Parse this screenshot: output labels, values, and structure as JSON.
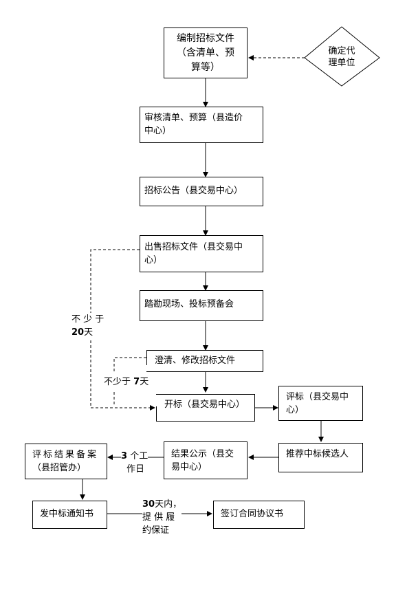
{
  "nodes": {
    "compile_docs": [
      "编制招标文件",
      "（含清单、预",
      "算等）"
    ],
    "agency": [
      "确定代",
      "理单位"
    ],
    "review": [
      "审核清单、预算（县造价",
      "中心）"
    ],
    "announce": "招标公告（县交易中心）",
    "sell_docs": [
      "出售招标文件（县交易中",
      "心）"
    ],
    "site_visit": "踏勘现场、投标预备会",
    "clarify": "澄清、修改招标文件",
    "open_bid": "开标（县交易中心）",
    "evaluate": [
      "评标（县交易中",
      "心）"
    ],
    "recommend": "推荐中标候选人",
    "publicize": [
      "结果公示（县交",
      "易中心）"
    ],
    "record": [
      "评标结果备案",
      "（县招管办）"
    ],
    "notice": "发中标通知书",
    "contract": "签订合同协议书"
  },
  "labels": {
    "days20": {
      "line1": "不 少 于",
      "num": "20",
      "unit": "天"
    },
    "days7": {
      "pre": "不少于",
      "num": "7",
      "unit": "天"
    },
    "workdays3": {
      "num": "3",
      "line1_rest": "个工",
      "line2": "作日"
    },
    "days30": {
      "num": "30",
      "line1_rest": "天内，",
      "line2": "提 供 履",
      "line3": "约保证"
    }
  }
}
